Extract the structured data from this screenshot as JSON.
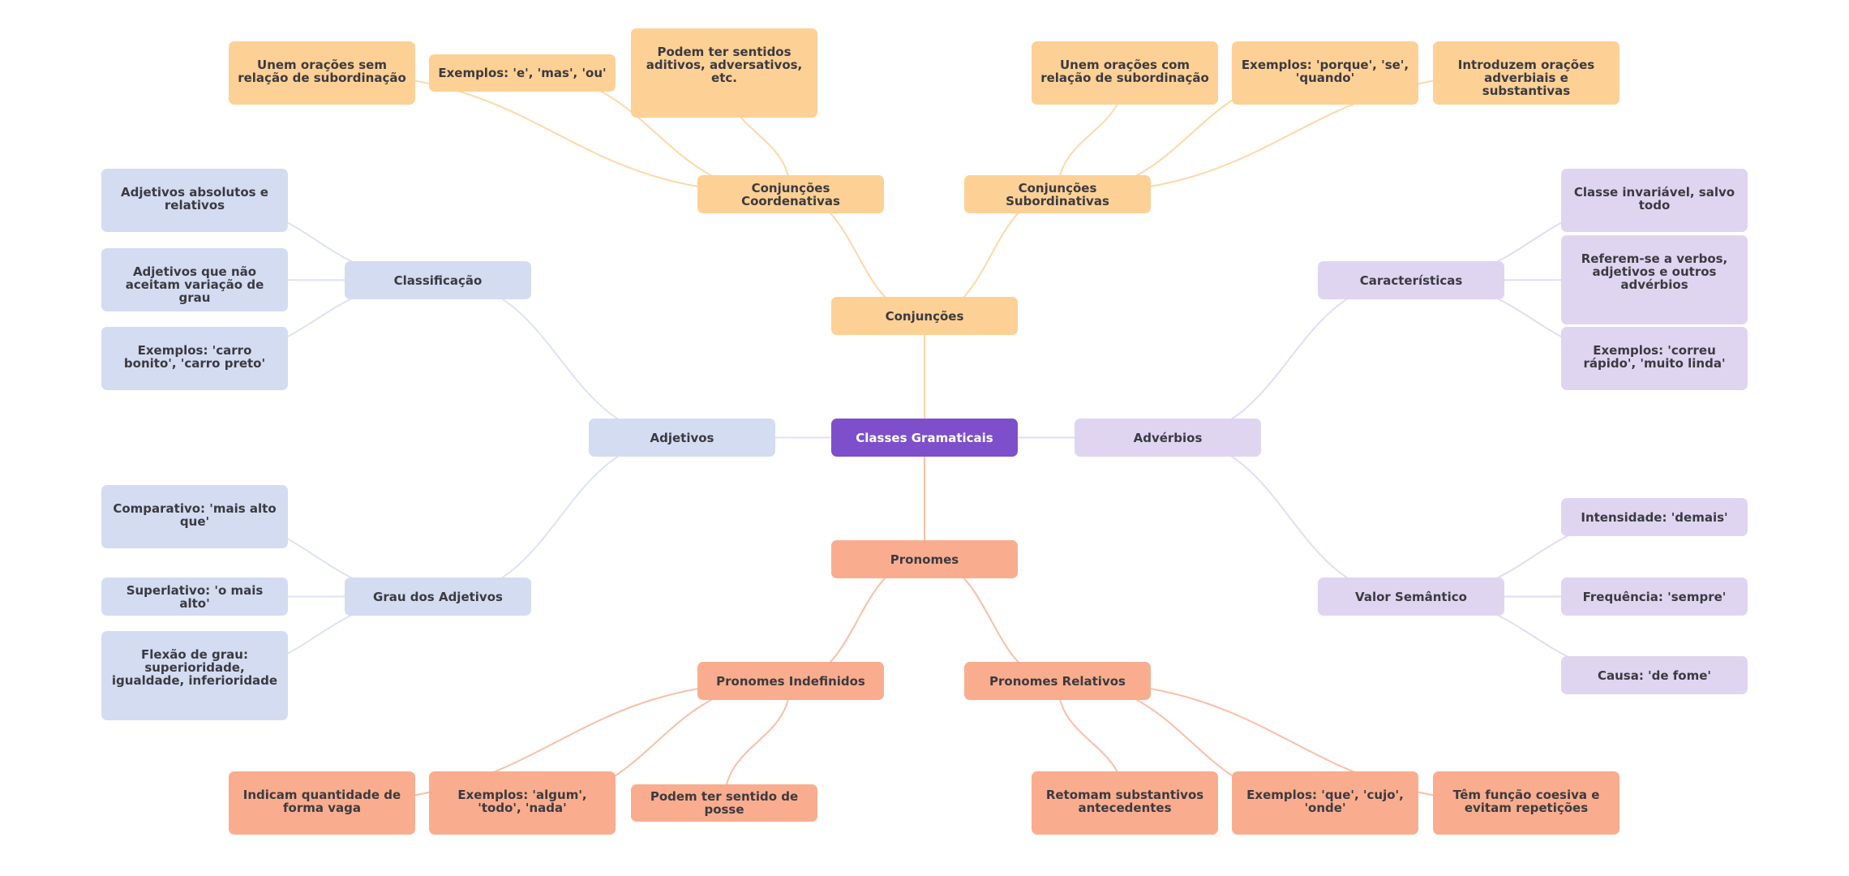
{
  "title": "Classes Gramaticais",
  "colors": {
    "root": "#7e4fcb",
    "conjuncoes": "#fdd095",
    "pronomes": "#f9ad8e",
    "adjetivos": "#d4dcf2",
    "adverbios": "#dfd5f1",
    "text": "#3b3a40",
    "link_conjuncoes": "#fdd8a8",
    "link_pronomes": "#f9bfa6",
    "link_adjetivos": "#dde3f4",
    "link_adverbios": "#e3dbf3"
  },
  "nodes": {
    "root": "Classes Gramaticais",
    "conjuncoes": "Conjunções",
    "conj_coord": "Conjunções Coordenativas",
    "conj_coord_1": "Unem orações sem relação de subordinação",
    "conj_coord_2": "Exemplos: 'e', 'mas', 'ou'",
    "conj_coord_3": "Podem ter sentidos aditivos, adversativos, etc.",
    "conj_sub": "Conjunções Subordinativas",
    "conj_sub_1": "Unem orações com relação de subordinação",
    "conj_sub_2": "Exemplos: 'porque', 'se', 'quando'",
    "conj_sub_3": "Introduzem orações adverbiais e substantivas",
    "adjetivos": "Adjetivos",
    "classificacao": "Classificação",
    "class_1": "Adjetivos absolutos e relativos",
    "class_2": "Adjetivos que não aceitam variação de grau",
    "class_3": "Exemplos: 'carro bonito', 'carro preto'",
    "grau": "Grau dos Adjetivos",
    "grau_1": "Comparativo: 'mais alto que'",
    "grau_2": "Superlativo: 'o mais alto'",
    "grau_3": "Flexão de grau: superioridade, igualdade, inferioridade",
    "adverbios": "Advérbios",
    "caracteristicas": "Características",
    "carac_1": "Classe invariável, salvo todo",
    "carac_2": "Referem-se a verbos, adjetivos e outros advérbios",
    "carac_3": "Exemplos: 'correu rápido', 'muito linda'",
    "valor": "Valor Semântico",
    "valor_1": "Intensidade: 'demais'",
    "valor_2": "Frequência: 'sempre'",
    "valor_3": "Causa: 'de fome'",
    "pronomes": "Pronomes",
    "pron_indef": "Pronomes Indefinidos",
    "indef_1": "Indicam quantidade de forma vaga",
    "indef_2": "Exemplos: 'algum', 'todo', 'nada'",
    "indef_3": "Podem ter sentido de posse",
    "pron_rel": "Pronomes Relativos",
    "rel_1": "Retomam substantivos antecedentes",
    "rel_2": "Exemplos: 'que', 'cujo', 'onde'",
    "rel_3": "Têm função coesiva e evitam repetições"
  },
  "edges": [
    [
      "root",
      "conjuncoes",
      "conjuncoes"
    ],
    [
      "root",
      "pronomes",
      "pronomes"
    ],
    [
      "root",
      "adjetivos",
      "adjetivos"
    ],
    [
      "root",
      "adverbios",
      "adverbios"
    ],
    [
      "conjuncoes",
      "conj_coord",
      "conjuncoes"
    ],
    [
      "conjuncoes",
      "conj_sub",
      "conjuncoes"
    ],
    [
      "conj_coord",
      "conj_coord_1",
      "conjuncoes"
    ],
    [
      "conj_coord",
      "conj_coord_2",
      "conjuncoes"
    ],
    [
      "conj_coord",
      "conj_coord_3",
      "conjuncoes"
    ],
    [
      "conj_sub",
      "conj_sub_1",
      "conjuncoes"
    ],
    [
      "conj_sub",
      "conj_sub_2",
      "conjuncoes"
    ],
    [
      "conj_sub",
      "conj_sub_3",
      "conjuncoes"
    ],
    [
      "adjetivos",
      "classificacao",
      "adjetivos"
    ],
    [
      "adjetivos",
      "grau",
      "adjetivos"
    ],
    [
      "classificacao",
      "class_1",
      "adjetivos"
    ],
    [
      "classificacao",
      "class_2",
      "adjetivos"
    ],
    [
      "classificacao",
      "class_3",
      "adjetivos"
    ],
    [
      "grau",
      "grau_1",
      "adjetivos"
    ],
    [
      "grau",
      "grau_2",
      "adjetivos"
    ],
    [
      "grau",
      "grau_3",
      "adjetivos"
    ],
    [
      "adverbios",
      "caracteristicas",
      "adverbios"
    ],
    [
      "adverbios",
      "valor",
      "adverbios"
    ],
    [
      "caracteristicas",
      "carac_1",
      "adverbios"
    ],
    [
      "caracteristicas",
      "carac_2",
      "adverbios"
    ],
    [
      "caracteristicas",
      "carac_3",
      "adverbios"
    ],
    [
      "valor",
      "valor_1",
      "adverbios"
    ],
    [
      "valor",
      "valor_2",
      "adverbios"
    ],
    [
      "valor",
      "valor_3",
      "adverbios"
    ],
    [
      "pronomes",
      "pron_indef",
      "pronomes"
    ],
    [
      "pronomes",
      "pron_rel",
      "pronomes"
    ],
    [
      "pron_indef",
      "indef_1",
      "pronomes"
    ],
    [
      "pron_indef",
      "indef_2",
      "pronomes"
    ],
    [
      "pron_indef",
      "indef_3",
      "pronomes"
    ],
    [
      "pron_rel",
      "rel_1",
      "pronomes"
    ],
    [
      "pron_rel",
      "rel_2",
      "pronomes"
    ],
    [
      "pron_rel",
      "rel_3",
      "pronomes"
    ]
  ]
}
